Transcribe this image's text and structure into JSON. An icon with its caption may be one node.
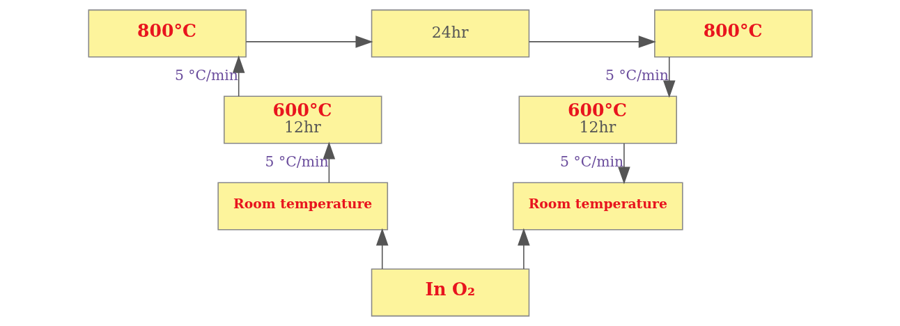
{
  "diagram": {
    "nodes": [
      {
        "text": [
          "800°C"
        ]
      },
      {
        "text": [
          "24hr"
        ]
      },
      {
        "text": [
          "800°C"
        ]
      },
      {
        "text": [
          "600°C",
          "12hr"
        ]
      },
      {
        "text": [
          "600°C",
          "12hr"
        ]
      },
      {
        "text": [
          "Room temperature"
        ]
      },
      {
        "text": [
          "Room temperature"
        ]
      },
      {
        "text": [
          "In O₂"
        ]
      }
    ],
    "edges": [
      {
        "from": 5,
        "to": 3,
        "arrow": "to",
        "label": "5 °C/min"
      },
      {
        "from": 3,
        "to": 0,
        "arrow": "to",
        "label": "5 °C/min"
      },
      {
        "from": 0,
        "to": 1,
        "arrow": "to"
      },
      {
        "from": 1,
        "to": 2,
        "arrow": "to"
      },
      {
        "from": 2,
        "to": 4,
        "arrow": "to",
        "label": "5 °C/min"
      },
      {
        "from": 4,
        "to": 6,
        "arrow": "to",
        "label": "5 °C/min"
      },
      {
        "from": 7,
        "to": 5,
        "arrow": "to"
      },
      {
        "from": 7,
        "to": 6,
        "arrow": "to"
      }
    ]
  }
}
